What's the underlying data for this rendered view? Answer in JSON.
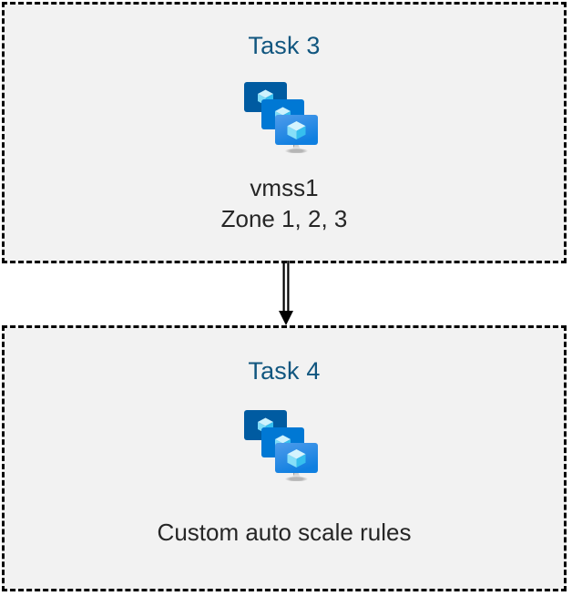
{
  "diagram": {
    "type": "flow",
    "background_color": "#ffffff",
    "direction": "top-to-bottom",
    "nodes": [
      {
        "id": "task3",
        "title": "Task 3",
        "title_color": "#11567f",
        "icon": "vmss-icon",
        "icon_label": "virtual machine scale set",
        "caption_lines": [
          "vmss1",
          "Zone 1, 2, 3"
        ],
        "caption_color": "#262626",
        "fill_color": "#f2f2f2",
        "border_style": "dashed",
        "border_color": "#000000"
      },
      {
        "id": "task4",
        "title": "Task 4",
        "title_color": "#11567f",
        "icon": "vmss-icon",
        "icon_label": "virtual machine scale set",
        "caption_lines": [
          "Custom auto scale rules"
        ],
        "caption_color": "#262626",
        "fill_color": "#f2f2f2",
        "border_style": "dashed",
        "border_color": "#000000"
      }
    ],
    "edges": [
      {
        "id": "task3-to-task4",
        "from": "task3",
        "to": "task4",
        "style": "double-line-arrow",
        "color": "#000000",
        "label": ""
      }
    ],
    "icon_palette": {
      "monitor_back": "#005ba1",
      "monitor_middle": "#0078d4",
      "monitor_front_top": "#4f9ceb",
      "monitor_front_bottom": "#0f7fe0",
      "cube_light": "#c3f1fd",
      "cube_mid": "#9fe6fa",
      "cube_dark": "#32bcee",
      "stand_light": "#e8e8e8",
      "stand_dark": "#a8a8a8"
    }
  }
}
